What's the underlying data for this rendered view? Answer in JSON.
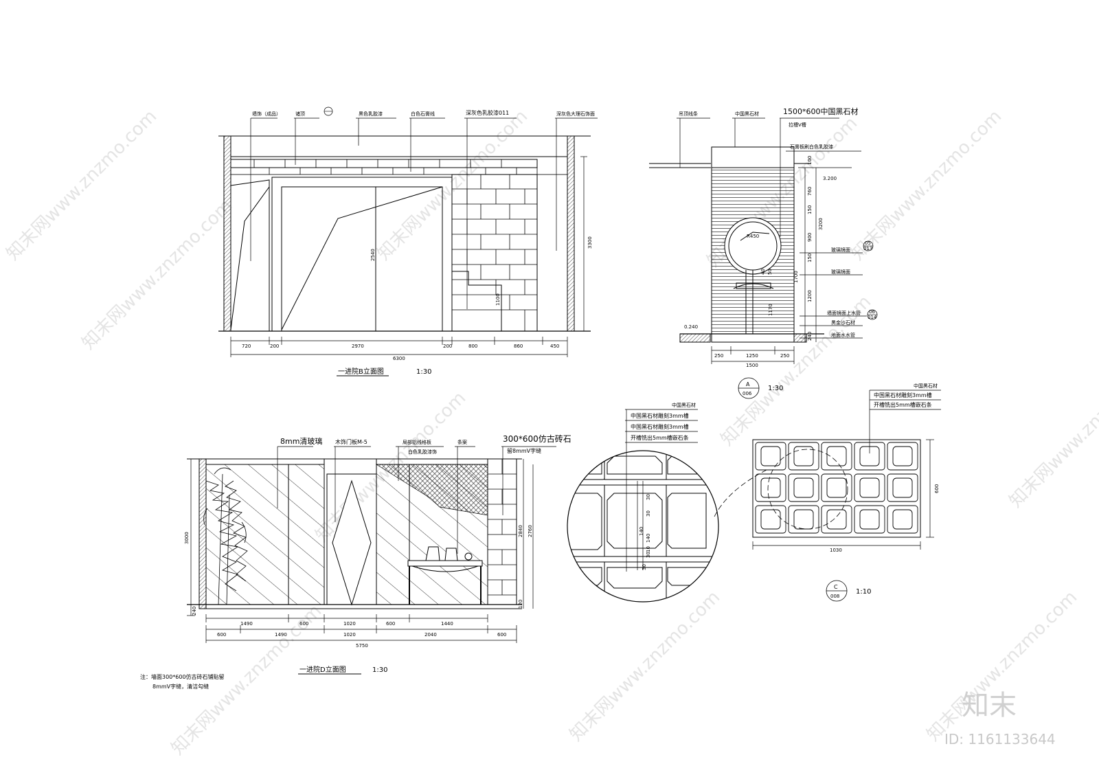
{
  "elevation_b": {
    "title": "一进院B立面图",
    "scale": "1:30",
    "labels": [
      "墙饰（成品）",
      "诸顶",
      "黑色乳胶漆",
      "白色石膏线",
      "深灰色乳胶漆011",
      "深灰色大理石饰面"
    ],
    "dims_bottom": [
      "720",
      "200",
      "2970",
      "200",
      "800",
      "860",
      "450"
    ],
    "dim_total": "6300",
    "dim_height_right": "3300",
    "dim_door": "2540",
    "dim_low": "1100"
  },
  "section_a": {
    "labels": [
      "吊顶线条",
      "中国黑石材",
      "1500*600中国黑石材",
      "拉槽V槽",
      "石膏板刷白色乳胶漆"
    ],
    "right_labels": [
      "玻璃镜面",
      "玻璃镜面",
      "墙面镜面上水管",
      "黑金沙石材",
      "地面水水管"
    ],
    "level_top": "3.200",
    "level_bottom": "0.240",
    "radius": "R450",
    "dims_vertical": [
      "100",
      "760",
      "150",
      "900",
      "150",
      "1200",
      "240"
    ],
    "dim_3200": "3200",
    "dims_mid": [
      "40",
      "50",
      "1700",
      "1170"
    ],
    "dims_bottom": [
      "250",
      "1250",
      "250"
    ],
    "dim_total": "1500",
    "callout_top": "05",
    "callout_top_sub": "013",
    "callout_mid": "06",
    "callout_mid_sub": "014",
    "marker_letter": "A",
    "marker_num": "006",
    "scale": "1:30"
  },
  "elevation_d": {
    "title": "一进院D立面图",
    "scale": "1:30",
    "labels": [
      "8mm清玻璃",
      "木饰门板M-5",
      "局部铝线格板",
      "白色乳胶漆饰",
      "条案",
      "300*600仿古砖石",
      "留8mmV字缝"
    ],
    "dims_row1": [
      "1490",
      "600",
      "1020",
      "600",
      "1440"
    ],
    "dims_row2": [
      "600",
      "1490",
      "1020",
      "2040",
      "600"
    ],
    "dim_total": "5750",
    "dim_left": "3000",
    "dim_left_low": "240",
    "dim_right_1": "2840",
    "dim_right_2": "2760",
    "dim_right_low": "120",
    "note_line1": "注：墙面300*600仿古砖石铺贴留",
    "note_line2": "8mmV字缝，清洁勾缝"
  },
  "detail_c": {
    "circle_labels": [
      "中国黑石材",
      "中国黑石材雕刻3mm槽",
      "中国黑石材雕刻3mm槽",
      "开槽铣出5mm槽嵌石条"
    ],
    "circle_dims": [
      "30",
      "140",
      "30",
      "30",
      "140",
      "10",
      "30"
    ],
    "panel_labels": [
      "中国黑石材",
      "中国黑石材雕刻3mm槽",
      "开槽铣出5mm槽嵌石条"
    ],
    "panel_width": "1030",
    "panel_height": "600",
    "marker_letter": "C",
    "marker_num": "008",
    "scale": "1:10"
  },
  "watermark": {
    "text": "知末网www.znzmo.com",
    "logo": "知末",
    "id": "ID: 1161133644"
  }
}
